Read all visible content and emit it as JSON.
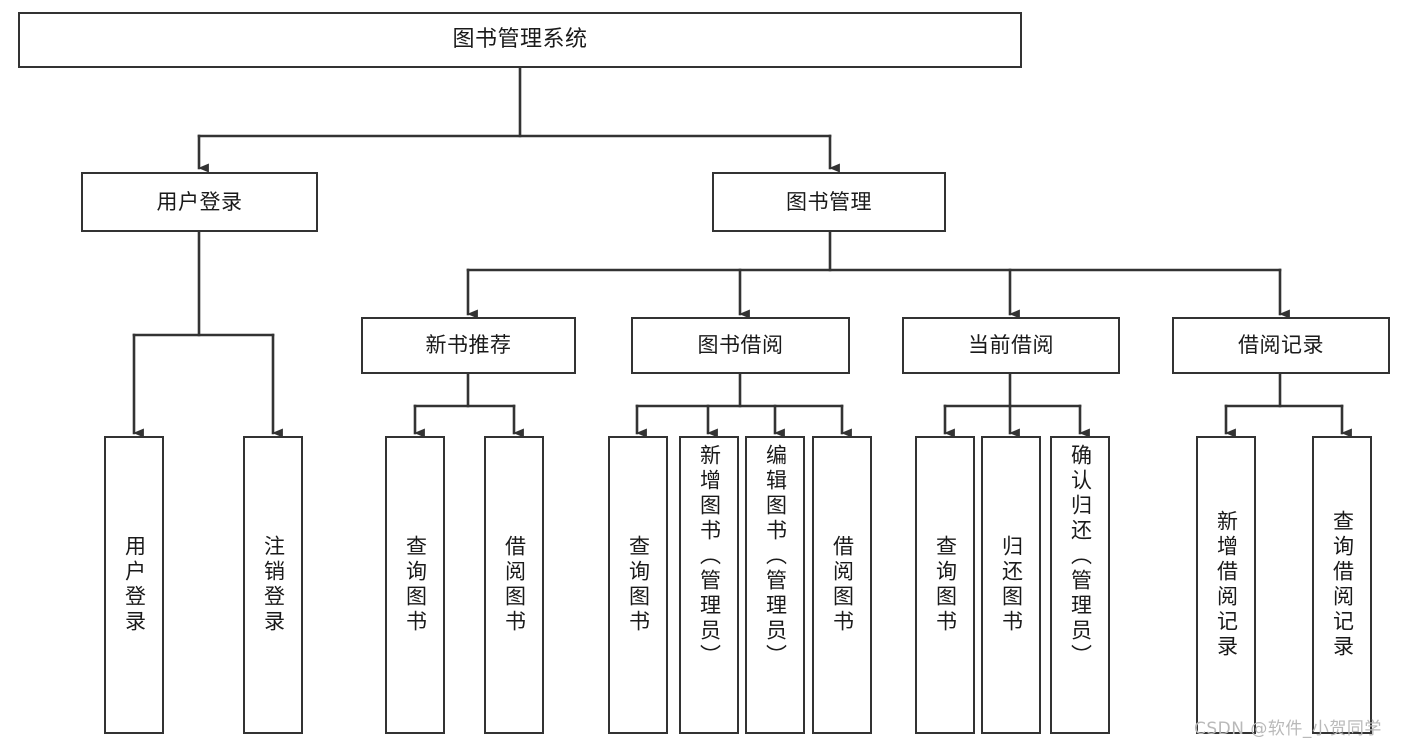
{
  "diagram": {
    "type": "tree",
    "title": "图书管理系统",
    "root": {
      "label": "图书管理系统"
    },
    "level2": [
      {
        "label": "用户登录"
      },
      {
        "label": "图书管理"
      }
    ],
    "level3": [
      {
        "label": "新书推荐"
      },
      {
        "label": "图书借阅"
      },
      {
        "label": "当前借阅"
      },
      {
        "label": "借阅记录"
      }
    ],
    "leaves": {
      "user_login": [
        {
          "label": "用户登录"
        },
        {
          "label": "注销登录"
        }
      ],
      "new_book_recommend": [
        {
          "label": "查询图书"
        },
        {
          "label": "借阅图书"
        }
      ],
      "book_borrow": [
        {
          "label": "查询图书"
        },
        {
          "label": "新增图书（管理员）"
        },
        {
          "label": "编辑图书（管理员）"
        },
        {
          "label": "借阅图书"
        }
      ],
      "current_borrow": [
        {
          "label": "查询图书"
        },
        {
          "label": "归还图书"
        },
        {
          "label": "确认归还（管理员）"
        }
      ],
      "borrow_record": [
        {
          "label": "新增借阅记录"
        },
        {
          "label": "查询借阅记录"
        }
      ]
    }
  },
  "colors": {
    "stroke": "#333333",
    "background": "#ffffff",
    "text": "#1a1a1a",
    "watermark": "#b9b9b9"
  },
  "watermark": {
    "text": "CSDN @软件_小贺同学"
  }
}
